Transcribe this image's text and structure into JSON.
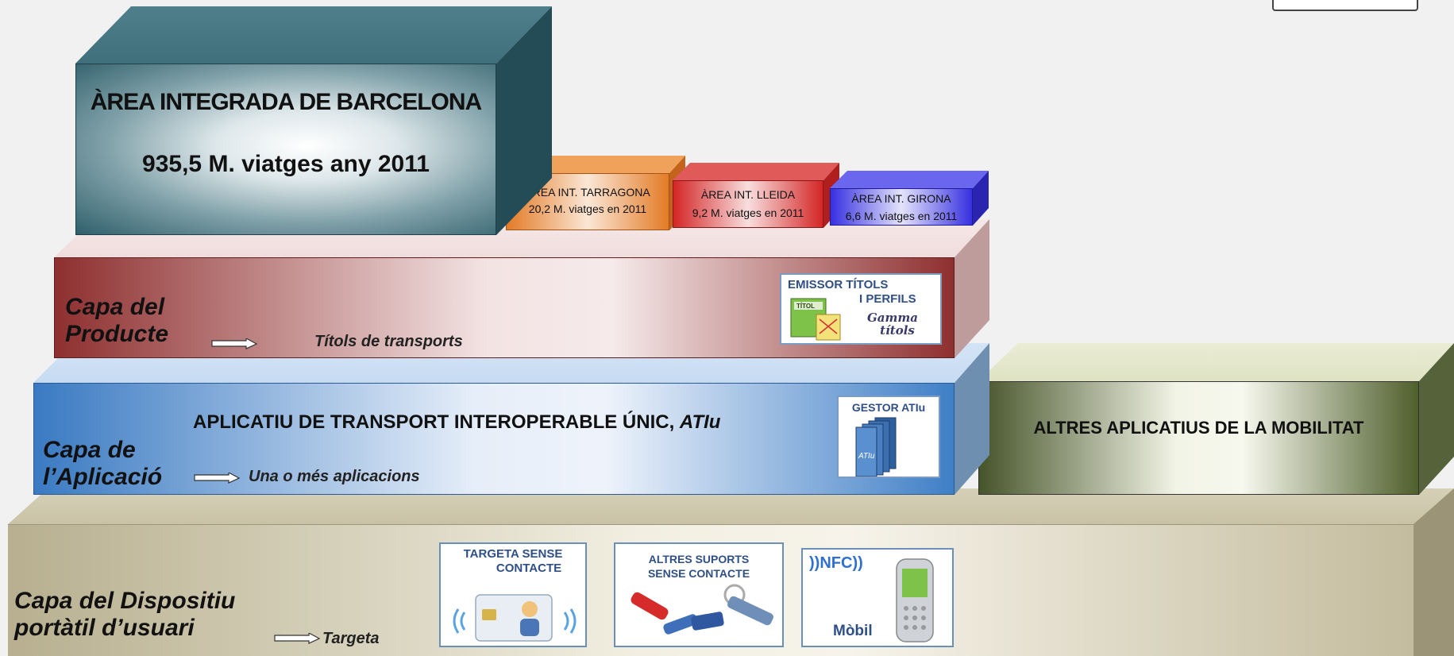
{
  "corner_box": {},
  "barcelona": {
    "title": "ÀREA INTEGRADA DE BARCELONA",
    "subtitle": "935,5 M. viatges any 2011",
    "color": "#2f5f6b"
  },
  "tarragona": {
    "title": "ÀREA INT. TARRAGONA",
    "subtitle": "20,2 M. viatges en 2011",
    "color": "#e8802f"
  },
  "lleida": {
    "title": "ÀREA INT. LLEIDA",
    "subtitle": "9,2 M. viatges en 2011",
    "color": "#d42b2b"
  },
  "girona": {
    "title": "ÀREA INT. GIRONA",
    "subtitle": "6,6 M. viatges en 2011",
    "color": "#3b35e0"
  },
  "product_layer": {
    "title_line1": "Capa del",
    "title_line2": "Producte",
    "subtitle": "Títols de transports",
    "card": {
      "line1": "EMISSOR TÍTOLS",
      "line2": "I PERFILS",
      "icon_label": "TÍTOL",
      "caption_line1": "Gamma",
      "caption_line2": "títols"
    },
    "color": "#8c2b2b"
  },
  "application_layer": {
    "title_line1": "Capa de",
    "title_line2": "l’Aplicació",
    "subtitle": "Una o més aplicacions",
    "heading": "APLICATIU DE TRANSPORT  INTEROPERABLE ÚNIC,",
    "heading_italic": "ATIu",
    "card": {
      "title": "GESTOR ATIu",
      "book_label": "ATIu"
    },
    "color": "#3f7fc6"
  },
  "other_apps": {
    "label": "ALTRES APLICATIUS DE LA MOBILITAT",
    "color": "#4d5d2b"
  },
  "device_layer": {
    "title_line1": "Capa del Dispositiu",
    "title_line2": "portàtil d’usuari",
    "subtitle": "Targeta",
    "cards": [
      {
        "line1": "TARGETA SENSE",
        "line2": "CONTACTE"
      },
      {
        "line1": "ALTRES SUPORTS",
        "line2": "SENSE CONTACTE"
      },
      {
        "nfc": "NFC",
        "caption": "Mòbil"
      }
    ],
    "color": "#b5ad8e"
  }
}
